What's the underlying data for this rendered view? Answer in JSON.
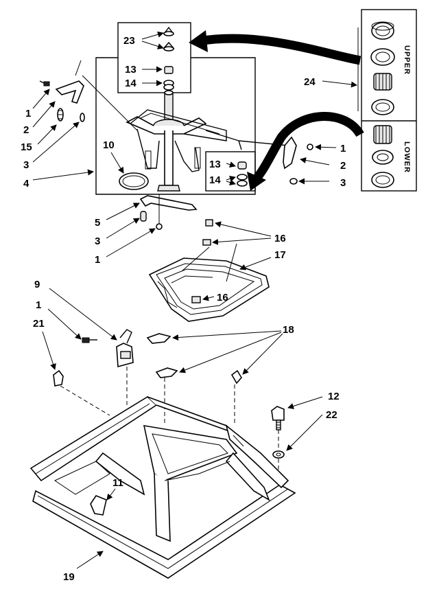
{
  "callouts": {
    "c23": "23",
    "c13a": "13",
    "c14a": "14",
    "c24": "24",
    "c1a": "1",
    "c2a": "2",
    "c15": "15",
    "c3a": "3",
    "c4": "4",
    "c10": "10",
    "c13b": "13",
    "c14b": "14",
    "c1b": "1",
    "c2b": "2",
    "c3b": "3",
    "c5": "5",
    "c3c": "3",
    "c1c": "1",
    "c16a": "16",
    "c17": "17",
    "c16b": "16",
    "c9": "9",
    "c1d": "1",
    "c21": "21",
    "c18": "18",
    "c12": "12",
    "c22": "22",
    "c11": "11",
    "c19": "19"
  },
  "kit_panel": {
    "upper_label": "UPPER",
    "lower_label": "LOWER"
  }
}
